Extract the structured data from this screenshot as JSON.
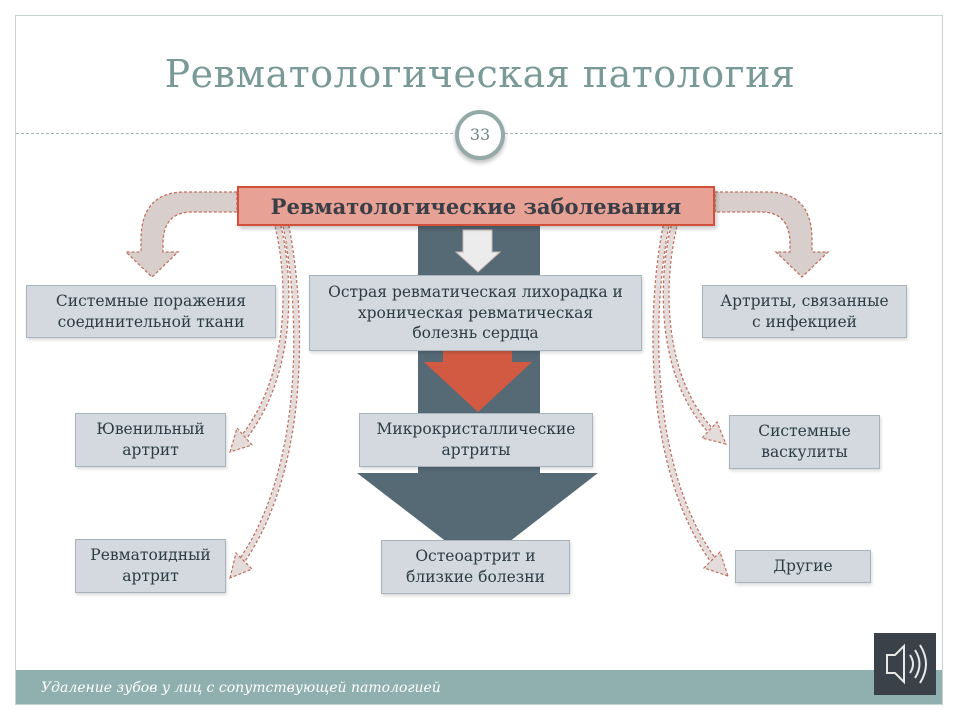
{
  "slide": {
    "title": "Ревматологическая патология",
    "page_number": "33",
    "footer": "Удаление зубов у лиц с сопутствующей патологией"
  },
  "diagram": {
    "header": "Ревматологические заболевания",
    "boxes": {
      "systemic_connective": "Системные поражения\nсоединительной ткани",
      "rheumatic_fever": "Острая ревматическая лихорадка и\nхроническая ревматическая\nболезнь сердца",
      "infection_arthritis": "Артриты, связанные\nс инфекцией",
      "juvenile_arthritis": "Ювенильный\nартрит",
      "microcrystalline": "Микрокристаллические\nартриты",
      "systemic_vasculitis": "Системные\nваскулиты",
      "rheumatoid_arthritis": "Ревматоидный\nартрит",
      "osteoarthritis": "Остеоартрит и\nблизкие болезни",
      "other": "Другие"
    }
  },
  "colors": {
    "accent_red": "#d35a42",
    "dark_slate": "#566a76",
    "box_fill": "#d3d9de",
    "title_teal": "#7a9a98"
  },
  "icons": {
    "sound": "speaker-icon"
  }
}
